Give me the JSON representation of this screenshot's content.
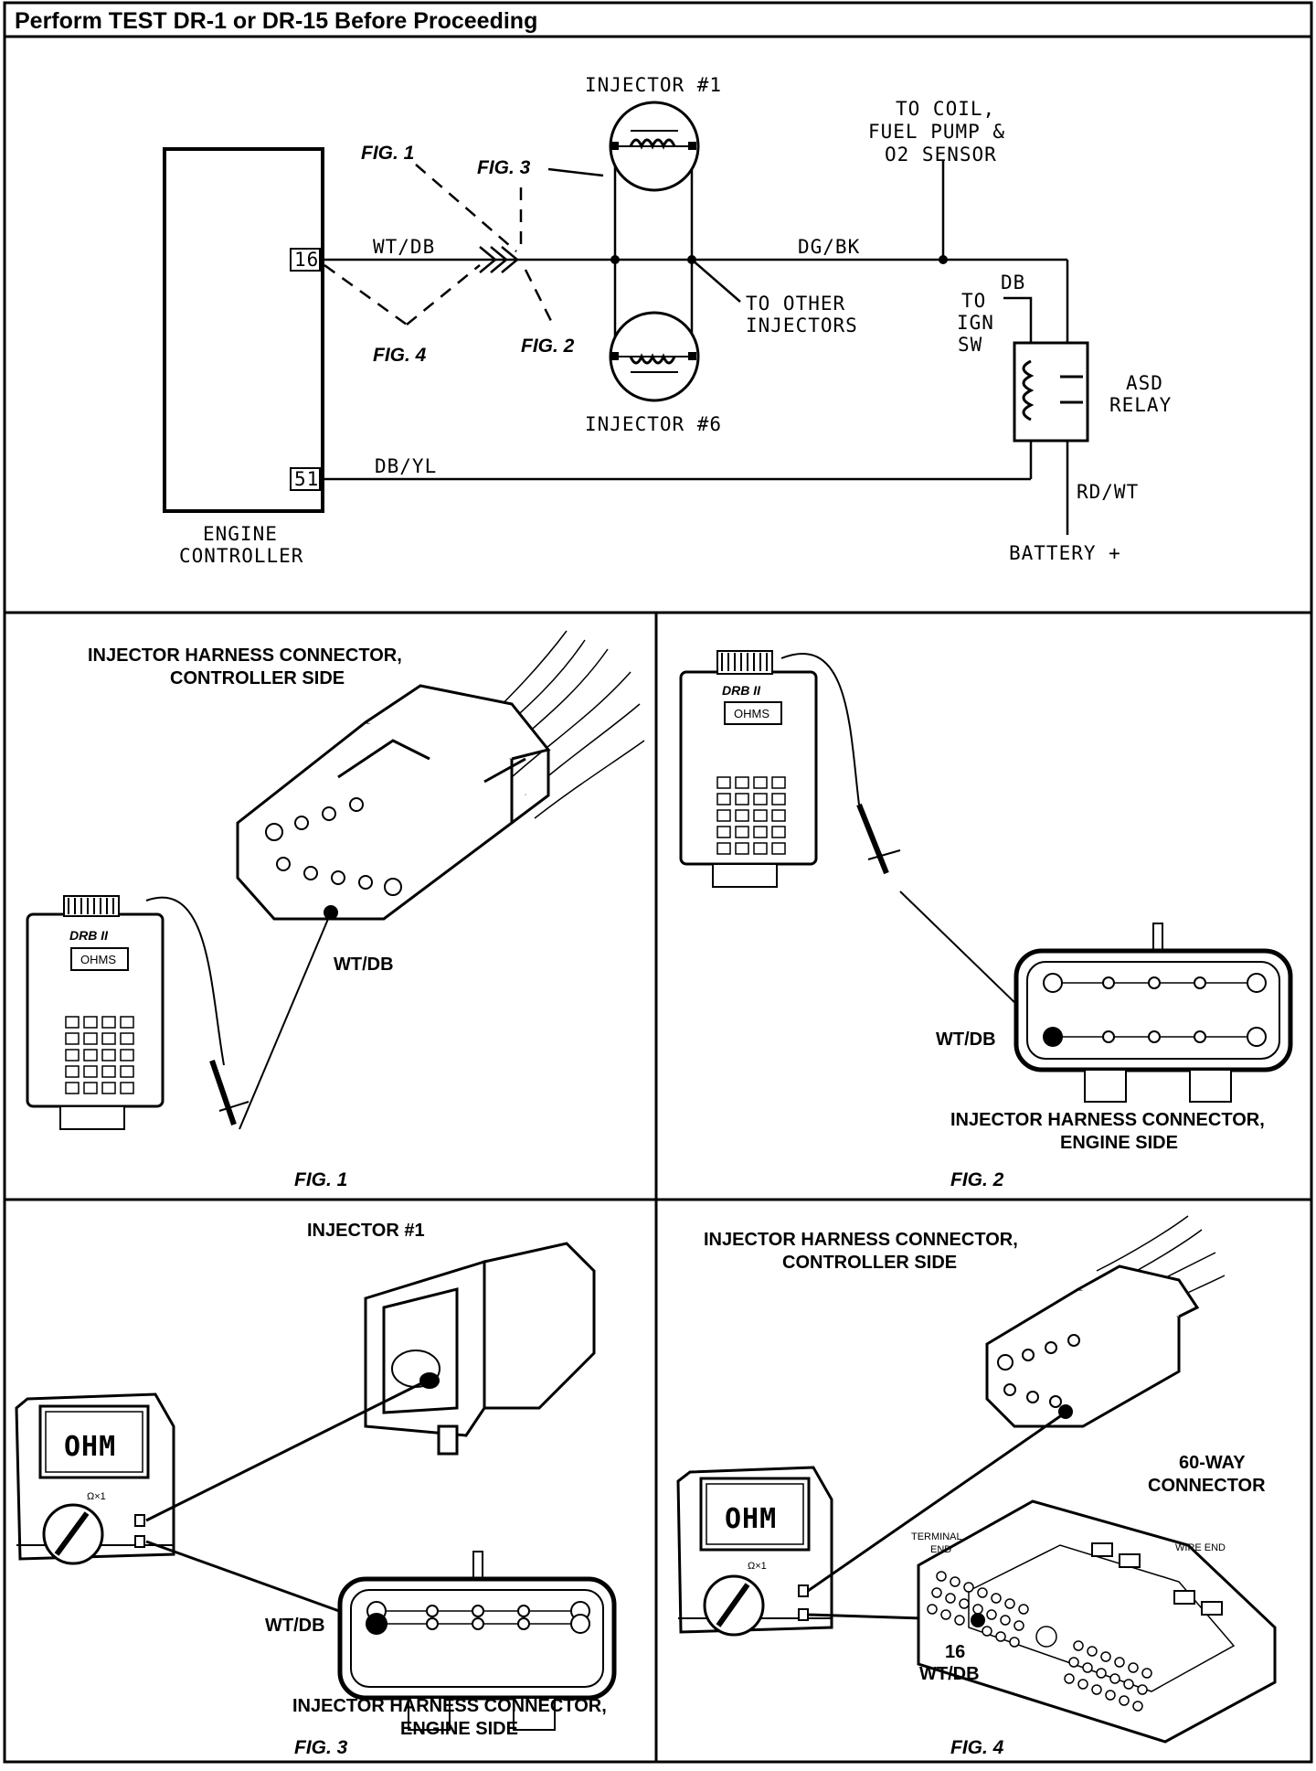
{
  "header": {
    "title": "Perform TEST DR-1 or DR-15 Before Proceeding"
  },
  "schematic": {
    "controller_label_1": "ENGINE",
    "controller_label_2": "CONTROLLER",
    "pin_16": "16",
    "pin_51": "51",
    "wire_wt_db": "WT/DB",
    "wire_dg_bk": "DG/BK",
    "wire_db_yl": "DB/YL",
    "wire_db": "DB",
    "wire_rd_wt": "RD/WT",
    "injector_1": "INJECTOR #1",
    "injector_6": "INJECTOR #6",
    "to_coil_1": "TO COIL,",
    "to_coil_2": "FUEL PUMP &",
    "to_coil_3": "O2 SENSOR",
    "to_other_1": "TO OTHER",
    "to_other_2": "INJECTORS",
    "to_ign_1": "TO",
    "to_ign_2": "IGN",
    "to_ign_3": "SW",
    "asd_1": "ASD",
    "asd_2": "RELAY",
    "battery": "BATTERY +",
    "fig1": "FIG. 1",
    "fig2": "FIG. 2",
    "fig3": "FIG. 3",
    "fig4": "FIG. 4"
  },
  "panel1": {
    "label_1": "INJECTOR HARNESS CONNECTOR,",
    "label_2": "CONTROLLER SIDE",
    "wire": "WT/DB",
    "meter_brand": "DRB II",
    "meter_display": "OHMS",
    "caption": "FIG. 1"
  },
  "panel2": {
    "label_1": "INJECTOR HARNESS CONNECTOR,",
    "label_2": "ENGINE SIDE",
    "wire": "WT/DB",
    "meter_brand": "DRB II",
    "meter_display": "OHMS",
    "caption": "FIG. 2"
  },
  "panel3": {
    "label_top": "INJECTOR #1",
    "label_1": "INJECTOR HARNESS CONNECTOR,",
    "label_2": "ENGINE SIDE",
    "wire": "WT/DB",
    "meter_display": "OHM",
    "meter_range": "Ω×1",
    "caption": "FIG. 3"
  },
  "panel4": {
    "label_1": "INJECTOR HARNESS CONNECTOR,",
    "label_2": "CONTROLLER SIDE",
    "way_1": "60-WAY",
    "way_2": "CONNECTOR",
    "terminal_1": "TERMINAL",
    "terminal_2": "END",
    "wire_end": "WIRE END",
    "pin": "16",
    "wire": "WT/DB",
    "meter_display": "OHM",
    "meter_range": "Ω×1",
    "caption": "FIG. 4"
  }
}
